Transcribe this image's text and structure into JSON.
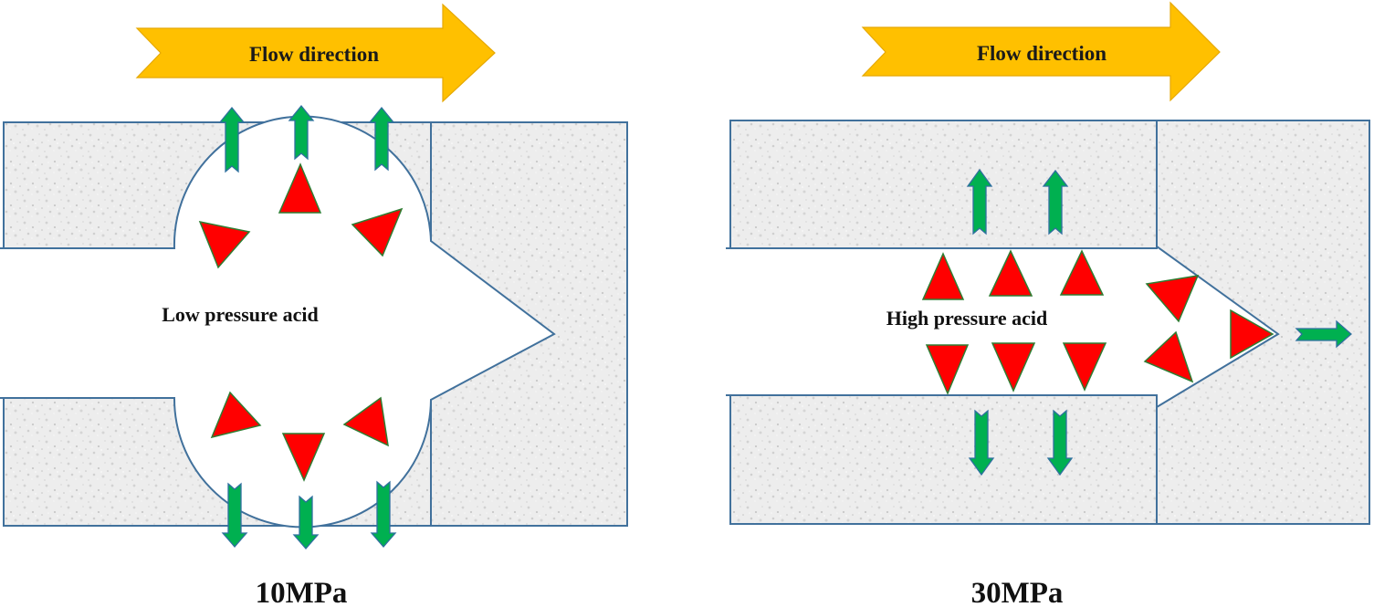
{
  "colors": {
    "flow_arrow": "#ffc000",
    "rock_fill": "#eeeeee",
    "outline": "#41719c",
    "pressure_triangle": "#ff0000",
    "seepage_arrow": "#00b050"
  },
  "left_panel": {
    "flow_label": "Flow direction",
    "acid_label": "Low pressure acid",
    "pressure_label": "10MPa"
  },
  "right_panel": {
    "flow_label": "Flow direction",
    "acid_label": "High pressure acid",
    "pressure_label": "30MPa"
  }
}
